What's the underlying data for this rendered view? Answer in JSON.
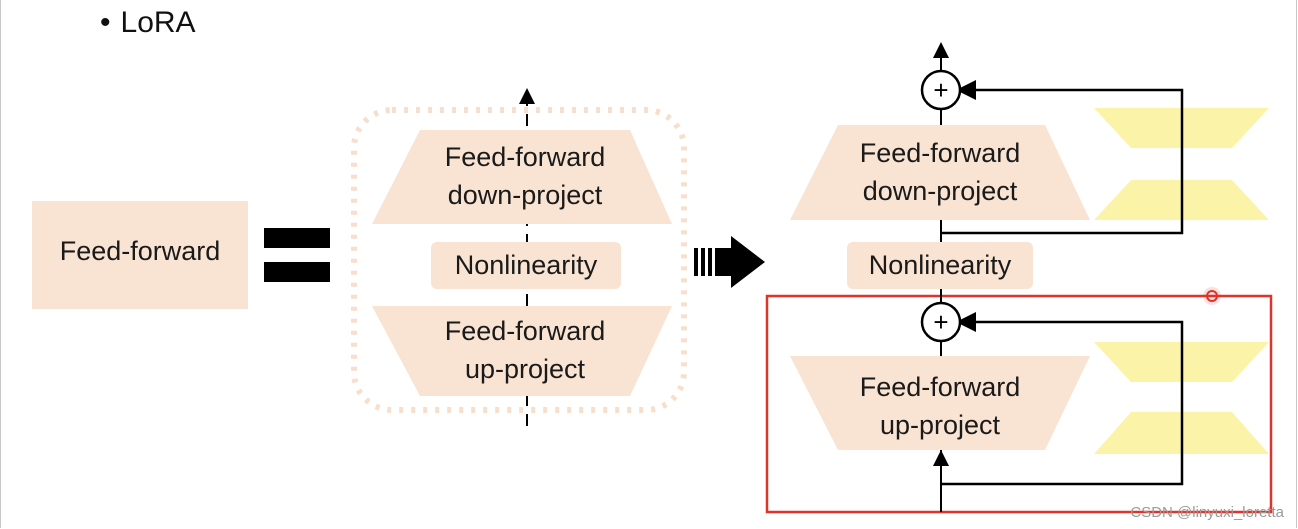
{
  "title": {
    "bullet": "•",
    "text": "LoRA"
  },
  "left": {
    "feedforward": "Feed-forward"
  },
  "middle": {
    "down_line1": "Feed-forward",
    "down_line2": "down-project",
    "nonlinearity": "Nonlinearity",
    "up_line1": "Feed-forward",
    "up_line2": "up-project"
  },
  "right": {
    "down_line1": "Feed-forward",
    "down_line2": "down-project",
    "nonlinearity": "Nonlinearity",
    "up_line1": "Feed-forward",
    "up_line2": "up-project",
    "plus_top": "+",
    "plus_bottom": "+"
  },
  "colors": {
    "block_fill": "#f9e3d2",
    "lora_fill": "#fbf4a8",
    "highlight": "#e0332a",
    "line": "#000000"
  },
  "watermark": "CSDN @linyuxi_loretta"
}
